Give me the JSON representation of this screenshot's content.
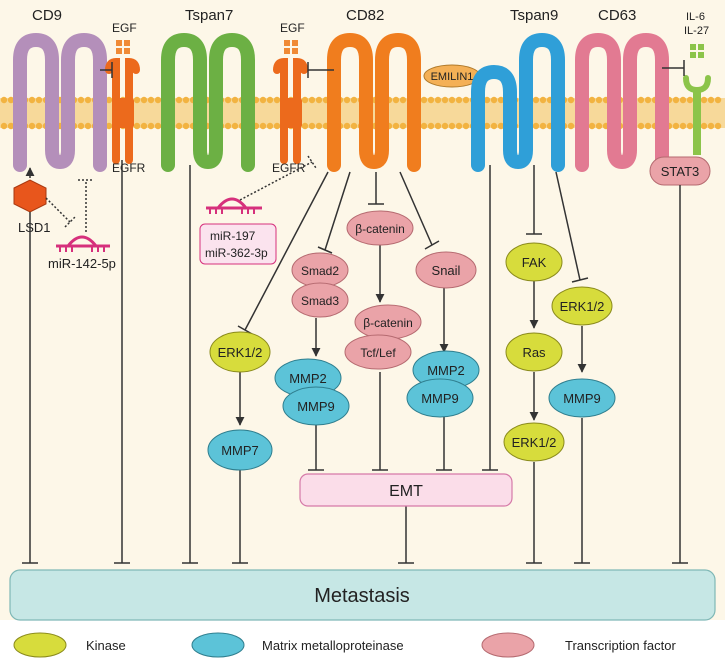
{
  "colors": {
    "background": "#fdf7e8",
    "membrane_head": "#f2b341",
    "membrane_tail": "#f7d99a",
    "cd9": "#b48fba",
    "tspan7": "#6cb044",
    "cd82": "#f07d1e",
    "tspan9": "#2f9fd8",
    "cd63": "#e27a92",
    "egfr": "#ec6a1c",
    "egf": "#f08a35",
    "il_receptor": "#8cc44a",
    "lsd1": "#e8561c",
    "mirna": "#d6307c",
    "mirna_box_fill": "#fbe3ee",
    "kinase": "#d7dc3c",
    "mmp": "#5cc3d8",
    "tf": "#eaa3a8",
    "emt_fill": "#fbdde9",
    "emt_stroke": "#d57aa8",
    "metastasis_fill": "#c6e7e5",
    "metastasis_stroke": "#7fb8b6",
    "emilin1": "#f4b056",
    "stat3": "#eaa3a8",
    "line": "#333333"
  },
  "proteins": {
    "cd9": "CD9",
    "tspan7": "Tspan7",
    "cd82": "CD82",
    "tspan9": "Tspan9",
    "cd63": "CD63"
  },
  "ligands": {
    "egf_left": "EGF",
    "egf_right": "EGF",
    "il6": "IL-6",
    "il27": "IL-27"
  },
  "receptors": {
    "egfr_left": "EGFR",
    "egfr_right": "EGFR",
    "emilin1": "EMILIN1",
    "stat3": "STAT3"
  },
  "regulators": {
    "lsd1": "LSD1",
    "mir_142": "miR-142-5p",
    "mir_197": "miR-197",
    "mir_362": "miR-362-3p"
  },
  "nodes": {
    "erk_cd82": "ERK1/2",
    "mmp7": "MMP7",
    "smad2": "Smad2",
    "smad3": "Smad3",
    "mmp2_a": "MMP2",
    "mmp9_a": "MMP9",
    "bcat_top": "β-catenin",
    "bcat_mid": "β-catenin",
    "tcf": "Tcf/Lef",
    "snail": "Snail",
    "mmp2_b": "MMP2",
    "mmp9_b": "MMP9",
    "fak": "FAK",
    "ras": "Ras",
    "erk_ras": "ERK1/2",
    "erk_tspan9": "ERK1/2",
    "mmp9_c": "MMP9"
  },
  "emt": "EMT",
  "metastasis": "Metastasis",
  "legend": {
    "kinase": "Kinase",
    "mmp": "Matrix metalloproteinase",
    "tf": "Transcription factor"
  }
}
